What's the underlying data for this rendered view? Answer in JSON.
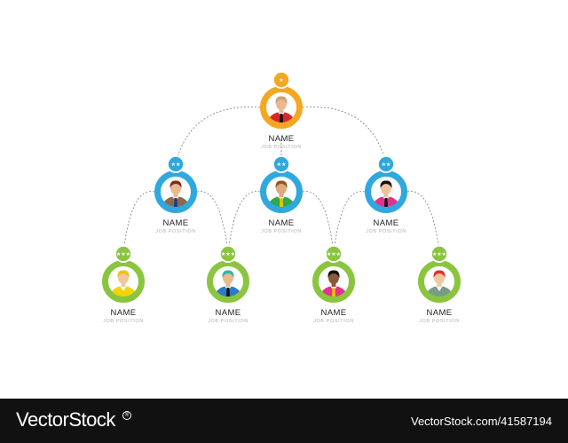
{
  "colors": {
    "top": "#F5A623",
    "middle": "#2FA8E0",
    "bottom": "#8BC540",
    "connector": "#8a8a8a"
  },
  "nodes": [
    {
      "id": "ceo",
      "level": "top",
      "name": "NAME",
      "job": "JOB POSITION",
      "badge": "★"
    },
    {
      "id": "manager-left",
      "level": "middle",
      "name": "NAME",
      "job": "JOB POSITION",
      "badge": "★★"
    },
    {
      "id": "manager-center",
      "level": "middle",
      "name": "NAME",
      "job": "JOB POSITION",
      "badge": "★★"
    },
    {
      "id": "manager-right",
      "level": "middle",
      "name": "NAME",
      "job": "JOB POSITION",
      "badge": "★★"
    },
    {
      "id": "staff-1",
      "level": "bottom",
      "name": "NAME",
      "job": "JOB POSITION",
      "badge": "★★★"
    },
    {
      "id": "staff-2",
      "level": "bottom",
      "name": "NAME",
      "job": "JOB POSITION",
      "badge": "★★★"
    },
    {
      "id": "staff-3",
      "level": "bottom",
      "name": "NAME",
      "job": "JOB POSITION",
      "badge": "★★★"
    },
    {
      "id": "staff-4",
      "level": "bottom",
      "name": "NAME",
      "job": "JOB POSITION",
      "badge": "★★★"
    }
  ],
  "edges": [
    [
      "ceo",
      "manager-left"
    ],
    [
      "ceo",
      "manager-center"
    ],
    [
      "ceo",
      "manager-right"
    ],
    [
      "manager-left",
      "staff-1"
    ],
    [
      "manager-left",
      "staff-2"
    ],
    [
      "manager-center",
      "staff-2"
    ],
    [
      "manager-center",
      "staff-3"
    ],
    [
      "manager-right",
      "staff-3"
    ],
    [
      "manager-right",
      "staff-4"
    ]
  ],
  "footer": {
    "brand": "VectorStock",
    "brand_mark": "®",
    "credit": "VectorStock.com/41587194"
  }
}
